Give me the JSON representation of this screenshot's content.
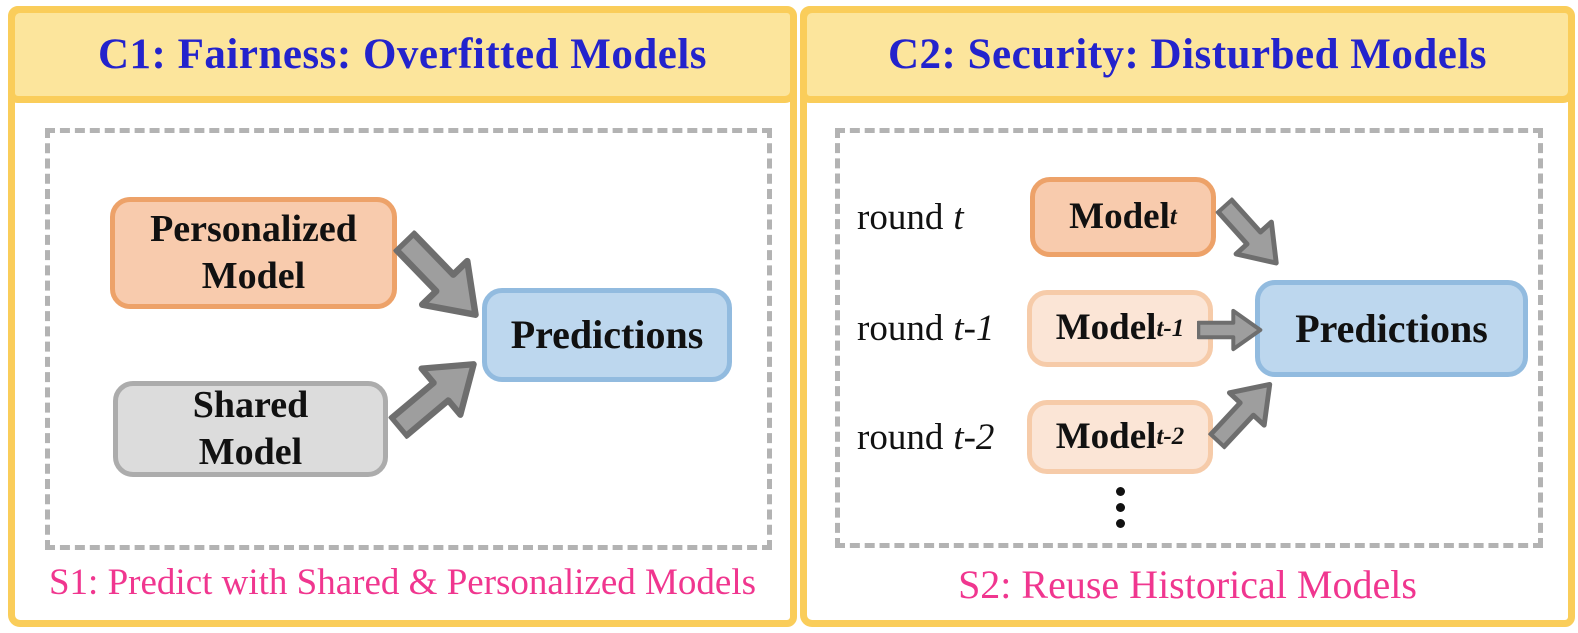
{
  "colors": {
    "panel_border": "#FACD5A",
    "header_fill": "#FCE59C",
    "header_text": "#2323CC",
    "caption_text": "#F0368F",
    "peach_fill": "#F8CBAD",
    "peach_border": "#EDA269",
    "light_peach_fill": "#FBE5D6",
    "light_peach_border": "#F6CBA9",
    "blue_fill": "#BDD7EE",
    "blue_border": "#92BBDF",
    "gray_fill": "#DCDCDC",
    "gray_border": "#ACACAC",
    "arrow_fill": "#9E9E9E",
    "arrow_outline": "#6E6E6E",
    "dashed_border": "#B3B3B3",
    "node_text": "#111111"
  },
  "panel_c1": {
    "header": "C1: Fairness: Overfitted Models",
    "caption": "S1: Predict with Shared & Personalized Models",
    "personalized_model": {
      "line1": "Personalized",
      "line2": "Model"
    },
    "shared_model": {
      "line1": "Shared",
      "line2": "Model"
    },
    "predictions": "Predictions"
  },
  "panel_c2": {
    "header": "C2: Security: Disturbed Models",
    "caption": "S2: Reuse Historical Models",
    "rows": [
      {
        "round_word": "round",
        "round_var": "t",
        "model_word": "Model",
        "model_sub": "t"
      },
      {
        "round_word": "round",
        "round_var": "t-1",
        "model_word": "Model",
        "model_sub": "t-1"
      },
      {
        "round_word": "round",
        "round_var": "t-2",
        "model_word": "Model",
        "model_sub": "t-2"
      }
    ],
    "predictions": "Predictions"
  }
}
